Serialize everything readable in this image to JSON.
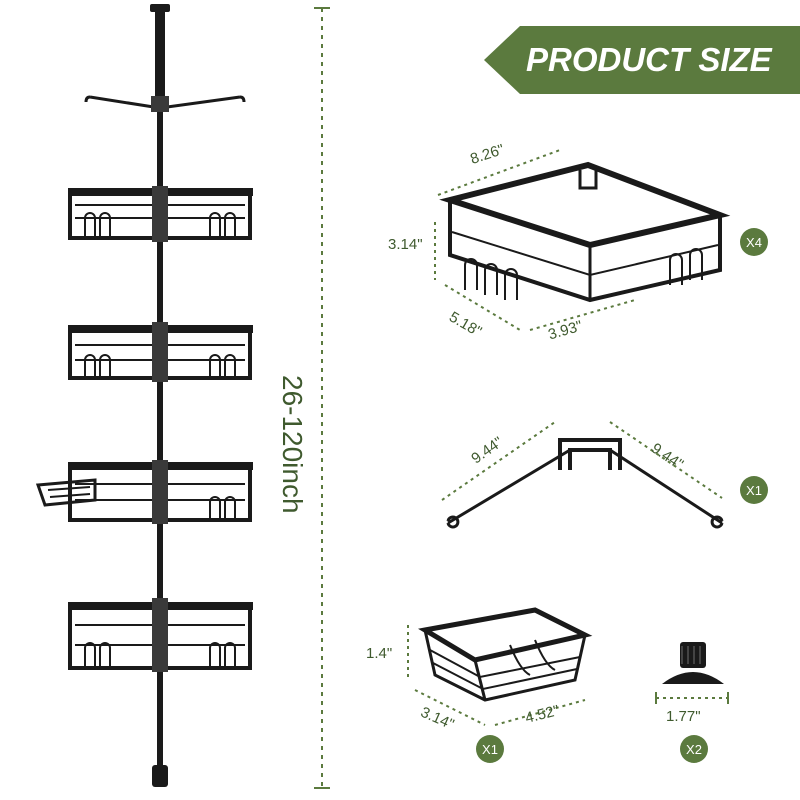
{
  "banner": {
    "title": "PRODUCT SIZE",
    "color": "#5b7a3e"
  },
  "pole": {
    "height_label": "26-120inch"
  },
  "colors": {
    "accent": "#5b7a3e",
    "text": "#3f5a2e",
    "metal": "#1a1a1a"
  },
  "corner_basket": {
    "width": "8.26\"",
    "height": "3.14\"",
    "depth_left": "5.18\"",
    "depth_right": "3.93\"",
    "quantity": "X4"
  },
  "hook_bar": {
    "left_arm": "9.44\"",
    "right_arm": "9.44\"",
    "quantity": "X1"
  },
  "soap_basket": {
    "height": "1.4\"",
    "depth": "3.14\"",
    "width": "4.52\"",
    "quantity": "X1"
  },
  "suction_cap": {
    "diameter": "1.77\"",
    "quantity": "X2"
  }
}
